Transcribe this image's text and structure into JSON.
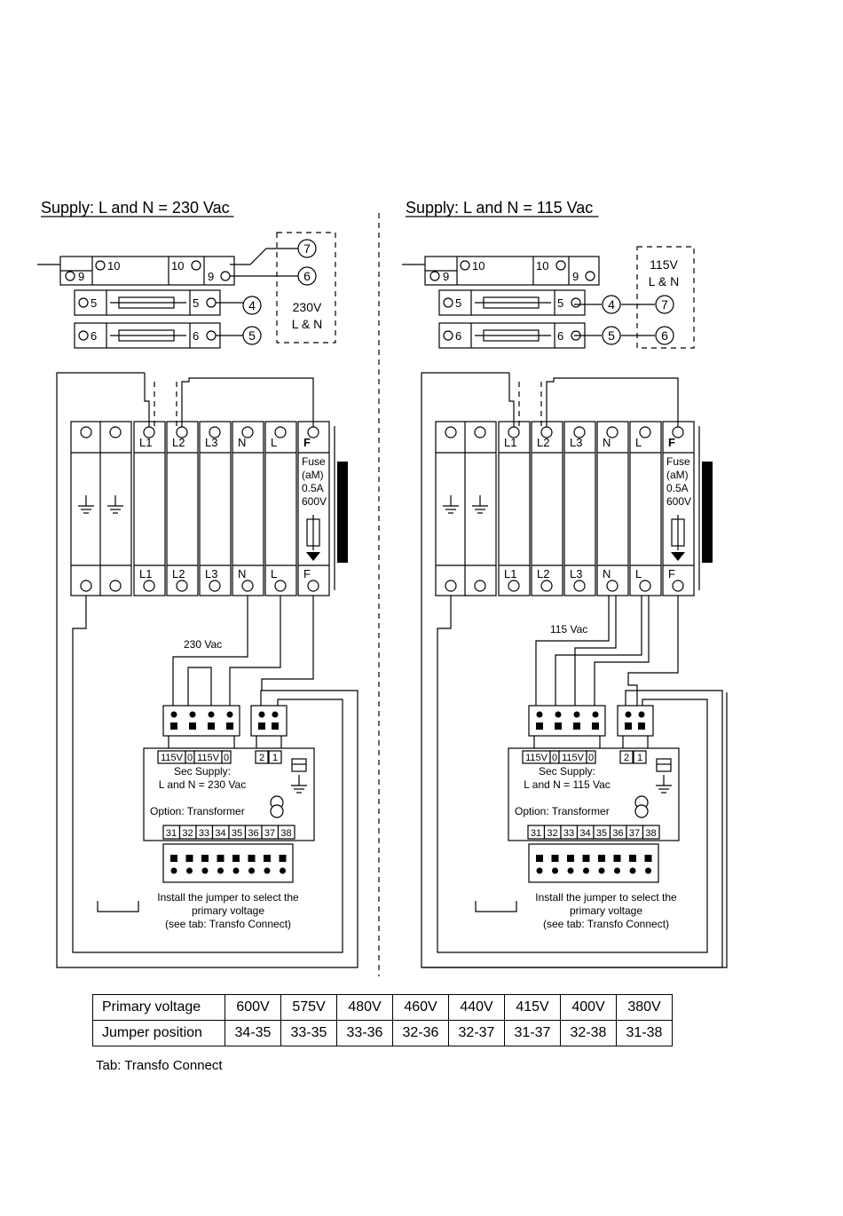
{
  "diagrams": [
    {
      "title": "Supply: L and N = 230 Vac",
      "top_terms": [
        {
          "l": "9",
          "r": "10"
        },
        {
          "l": "10",
          "r": "9"
        }
      ],
      "fuse_terms": [
        {
          "l": "5",
          "r": "5"
        },
        {
          "l": "6",
          "r": "6"
        }
      ],
      "numbers": [
        "7",
        "6",
        "4",
        "5"
      ],
      "voltage_box": [
        "230V",
        "L & N"
      ],
      "rail": {
        "top": [
          "",
          "",
          "L1",
          "L2",
          "L3",
          "N",
          "L",
          "F"
        ],
        "bottom": [
          "",
          "",
          "L1",
          "L2",
          "L3",
          "N",
          "L",
          "F"
        ]
      },
      "fuse_text": [
        "Fuse",
        "(aM)",
        "0.5A",
        "600V"
      ],
      "wire_label": "230 Vac",
      "transformer": {
        "supply_labels": [
          "115V",
          "0",
          "115V",
          "0"
        ],
        "small_labels": [
          "2",
          "1"
        ],
        "sec_line1": "Sec Supply:",
        "sec_line2": "L and N = 230 Vac",
        "option": "Option: Transformer",
        "terminals": [
          "31",
          "32",
          "33",
          "34",
          "35",
          "36",
          "37",
          "38"
        ]
      },
      "jumper_note": [
        "Install the jumper to select the",
        "primary voltage",
        "(see tab: Transfo Connect)"
      ]
    },
    {
      "title": "Supply: L and N = 115 Vac",
      "top_terms": [
        {
          "l": "9",
          "r": "10"
        },
        {
          "l": "10",
          "r": "9"
        }
      ],
      "fuse_terms": [
        {
          "l": "5",
          "r": "5"
        },
        {
          "l": "6",
          "r": "6"
        }
      ],
      "numbers": [
        "4",
        "7",
        "5",
        "6"
      ],
      "voltage_box": [
        "115V",
        "L & N"
      ],
      "rail": {
        "top": [
          "",
          "",
          "L1",
          "L2",
          "L3",
          "N",
          "L",
          "F"
        ],
        "bottom": [
          "",
          "",
          "L1",
          "L2",
          "L3",
          "N",
          "L",
          "F"
        ]
      },
      "fuse_text": [
        "Fuse",
        "(aM)",
        "0.5A",
        "600V"
      ],
      "wire_label": "115 Vac",
      "transformer": {
        "supply_labels": [
          "115V",
          "0",
          "115V",
          "0"
        ],
        "small_labels": [
          "2",
          "1"
        ],
        "sec_line1": "Sec Supply:",
        "sec_line2": "L and N = 115 Vac",
        "option": "Option: Transformer",
        "terminals": [
          "31",
          "32",
          "33",
          "34",
          "35",
          "36",
          "37",
          "38"
        ]
      },
      "jumper_note": [
        "Install the jumper to select the",
        "primary voltage",
        "(see tab: Transfo Connect)"
      ]
    }
  ],
  "table": {
    "rows": [
      {
        "header": "Primary voltage",
        "values": [
          "600V",
          "575V",
          "480V",
          "460V",
          "440V",
          "415V",
          "400V",
          "380V"
        ]
      },
      {
        "header": "Jumper position",
        "values": [
          "34-35",
          "33-35",
          "33-36",
          "32-36",
          "32-37",
          "31-37",
          "32-38",
          "31-38"
        ]
      }
    ],
    "caption": "Tab: Transfo Connect"
  }
}
